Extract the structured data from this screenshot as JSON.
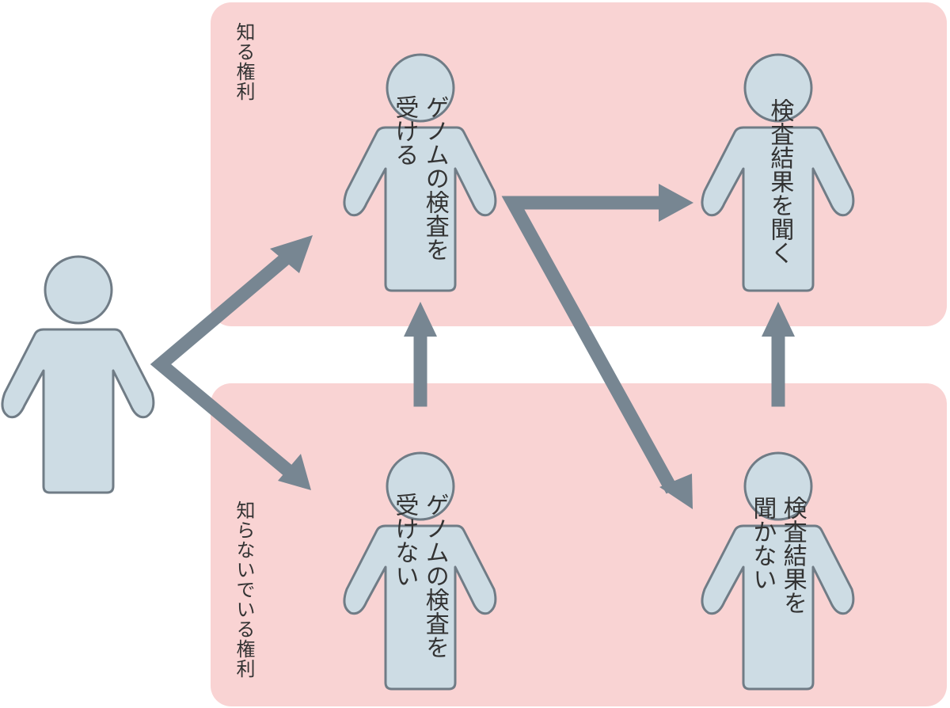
{
  "regions": {
    "know": {
      "label": "知る権利"
    },
    "not_know": {
      "label": "知らないでいる権利"
    }
  },
  "people": {
    "take_test": {
      "label": "ゲノムの検査を\n受ける"
    },
    "hear_results": {
      "label": "検査結果を聞く"
    },
    "no_test": {
      "label": "ゲノムの検査を\n受けない"
    },
    "not_hear": {
      "label": "検査結果を\n聞かない"
    }
  },
  "colors": {
    "region_fill": "#f9d3d3",
    "person_fill": "#cddce4",
    "person_stroke": "#707c86",
    "arrow": "#778692",
    "text": "#333333"
  }
}
